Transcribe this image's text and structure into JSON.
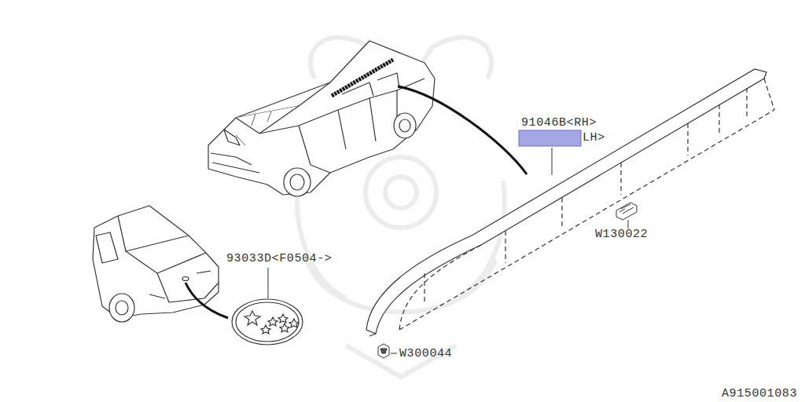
{
  "diagram": {
    "labels": [
      "91046B<RH>",
      "LH>",
      "W130022",
      "93033D<F0504->",
      "W300044",
      "A915001083"
    ]
  }
}
